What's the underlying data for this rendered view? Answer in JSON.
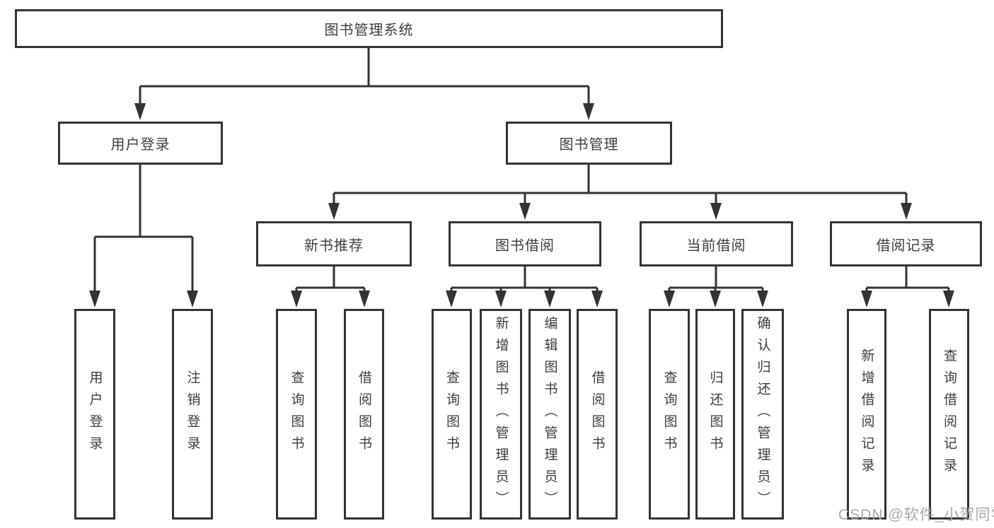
{
  "diagram": {
    "type": "hierarchy-tree",
    "tree": {
      "root": {
        "label": "图书管理系统"
      },
      "children": [
        {
          "label": "用户登录",
          "children": [
            {
              "label": "用户登录"
            },
            {
              "label": "注销登录"
            }
          ]
        },
        {
          "label": "图书管理",
          "children": [
            {
              "label": "新书推荐",
              "children": [
                {
                  "label": "查询图书"
                },
                {
                  "label": "借阅图书"
                }
              ]
            },
            {
              "label": "图书借阅",
              "children": [
                {
                  "label": "查询图书"
                },
                {
                  "label": "新增图书（管理员）"
                },
                {
                  "label": "编辑图书（管理员）"
                },
                {
                  "label": "借阅图书"
                }
              ]
            },
            {
              "label": "当前借阅",
              "children": [
                {
                  "label": "查询图书"
                },
                {
                  "label": "归还图书"
                },
                {
                  "label": "确认归还（管理员）"
                }
              ]
            },
            {
              "label": "借阅记录",
              "children": [
                {
                  "label": "新增借阅记录"
                },
                {
                  "label": "查询借阅记录"
                }
              ]
            }
          ]
        }
      ]
    },
    "colors": {
      "line": "#333333",
      "node_border": "#333333",
      "node_background": "#ffffff",
      "text": "#3d3d3d",
      "watermark": "#a8a8a8",
      "page_background": "#ffffff"
    }
  },
  "watermark": {
    "text": "CSDN @软件_小贺同学"
  }
}
